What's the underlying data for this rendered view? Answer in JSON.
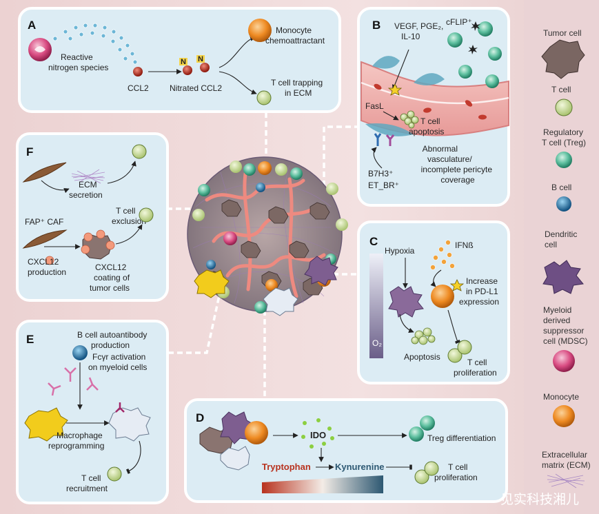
{
  "panels": {
    "A": {
      "letter": "A",
      "reactive_nitrogen_label": [
        "Reactive",
        "nitrogen species"
      ],
      "ccl2": "CCL2",
      "n_mark": "N",
      "nitrated_ccl2": "Nitrated CCL2",
      "monocyte_chemo": [
        "Monocyte",
        "chemoattractant"
      ],
      "t_cell_trapping": [
        "T cell trapping",
        "in ECM"
      ]
    },
    "B": {
      "letter": "B",
      "vegf": [
        "VEGF, PGE₂,",
        "IL-10"
      ],
      "cflip": "cFLIP⁺",
      "fasl": "FasL",
      "t_cell_apoptosis": [
        "T cell",
        "apoptosis"
      ],
      "abnormal_vasc": [
        "Abnormal",
        "vasculature/",
        "incomplete pericyte",
        "coverage"
      ],
      "b7h3": [
        "B7H3⁺",
        "ET_BR⁺"
      ]
    },
    "C": {
      "letter": "C",
      "hypoxia": "Hypoxia",
      "ifnb": "IFNß",
      "increase_pdl1": [
        "Increase",
        "in PD-L1",
        "expression"
      ],
      "o2": "O₂",
      "apoptosis": "Apoptosis",
      "t_cell_prolif": [
        "T cell",
        "proliferation"
      ]
    },
    "D": {
      "letter": "D",
      "ido": "IDO",
      "treg_diff": "Treg differentiation",
      "tryptophan": "Tryptophan",
      "kynurenine": "Kynurenine",
      "t_cell_prolif": [
        "T cell",
        "proliferation"
      ]
    },
    "E": {
      "letter": "E",
      "b_cell_auto": [
        "B cell autoantibody",
        "production"
      ],
      "fcgr": [
        "Fcγr activation",
        "on myeloid cells"
      ],
      "macrophage": [
        "Macrophage",
        "reprogramming"
      ],
      "t_cell_recruit": [
        "T cell",
        "recruitment"
      ]
    },
    "F": {
      "letter": "F",
      "ecm_secretion": [
        "ECM",
        "secretion"
      ],
      "fap_caf": "FAP⁺ CAF",
      "t_cell_exclusion": [
        "T cell",
        "exclusion"
      ],
      "cxcl12_production": [
        "CXCL12",
        "production"
      ],
      "cxcl12_coating": [
        "CXCL12",
        "coating of",
        "tumor cells"
      ]
    }
  },
  "legend": [
    {
      "label": [
        "Tumor cell"
      ],
      "icon": "tumor-cell"
    },
    {
      "label": [
        "T cell"
      ],
      "icon": "t-cell"
    },
    {
      "label": [
        "Regulatory",
        "T cell (Treg)"
      ],
      "icon": "treg-cell"
    },
    {
      "label": [
        "B cell"
      ],
      "icon": "b-cell"
    },
    {
      "label": [
        "Dendritic",
        "cell"
      ],
      "icon": "dendritic-cell"
    },
    {
      "label": [
        "Myeloid",
        "derived",
        "suppressor",
        "cell (MDSC)"
      ],
      "icon": "mdsc-cell"
    },
    {
      "label": [
        "Monocyte"
      ],
      "icon": "monocyte-cell"
    },
    {
      "label": [
        "Extracellular",
        "matrix (ECM)"
      ],
      "icon": "ecm-icon"
    }
  ],
  "watermark": "见实科技湘儿",
  "colors": {
    "panel_fill": "#dcecf4",
    "t_cell": "#d4e6a8",
    "treg": "#3fae8e",
    "b_cell": "#1c78b0",
    "monocyte": "#e8821e",
    "mdsc": "#d83e78",
    "tumor": "#7a6662",
    "dendritic": "#6e4f84",
    "tryptophan": "#b8321e",
    "kynurenine": "#2d5872"
  }
}
